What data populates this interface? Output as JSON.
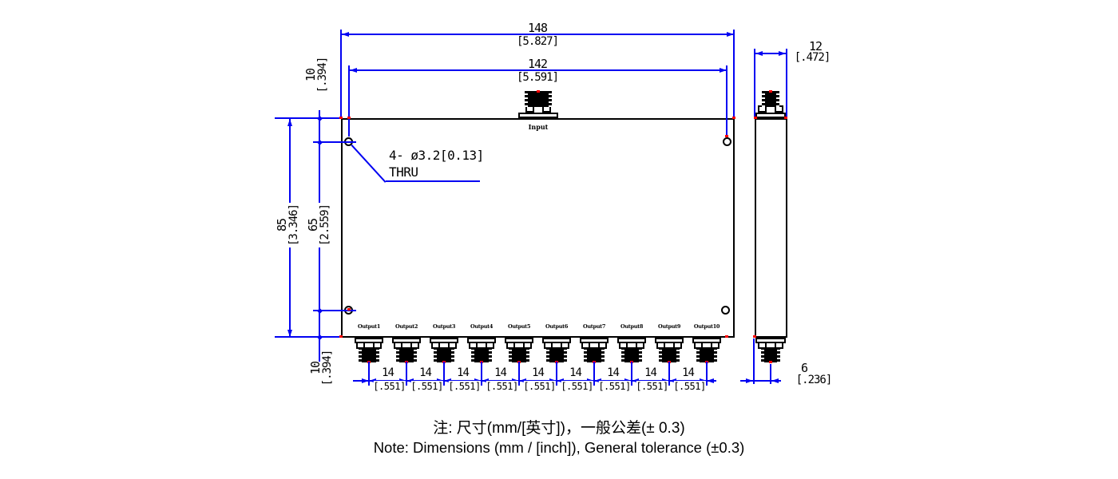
{
  "drawing_labels": {
    "input_label": "Input",
    "output_labels": [
      "Output1",
      "Output2",
      "Output3",
      "Output4",
      "Output5",
      "Output6",
      "Output7",
      "Output8",
      "Output9",
      "Output10"
    ],
    "hole_callout_line1": "4- ø3.2[0.13]",
    "hole_callout_line2": "THRU"
  },
  "dims": {
    "overall_width_mm": "148",
    "overall_width_in": "[5.827]",
    "hole_span_w_mm": "142",
    "hole_span_w_in": "[5.591]",
    "top_offset_mm": "10",
    "top_offset_in": "[.394]",
    "overall_height_mm": "85",
    "overall_height_in": "[3.346]",
    "hole_span_h_mm": "65",
    "hole_span_h_in": "[2.559]",
    "bottom_offset_mm": "10",
    "bottom_offset_in": "[.394]",
    "pitch_mm": "14",
    "pitch_in": "[.551]",
    "side_width_mm": "12",
    "side_width_in": "[.472]",
    "side_conn_offset_mm": "6",
    "side_conn_offset_in": "[.236]"
  },
  "notes": {
    "line1": "注: 尺寸(mm/[英寸])，一般公差(± 0.3)",
    "line2": "Note: Dimensions (mm / [inch]), General tolerance (±0.3)"
  },
  "colors": {
    "dimension_blue": "#0202f2",
    "line_black": "#000000",
    "marker_red": "#ff0000"
  }
}
